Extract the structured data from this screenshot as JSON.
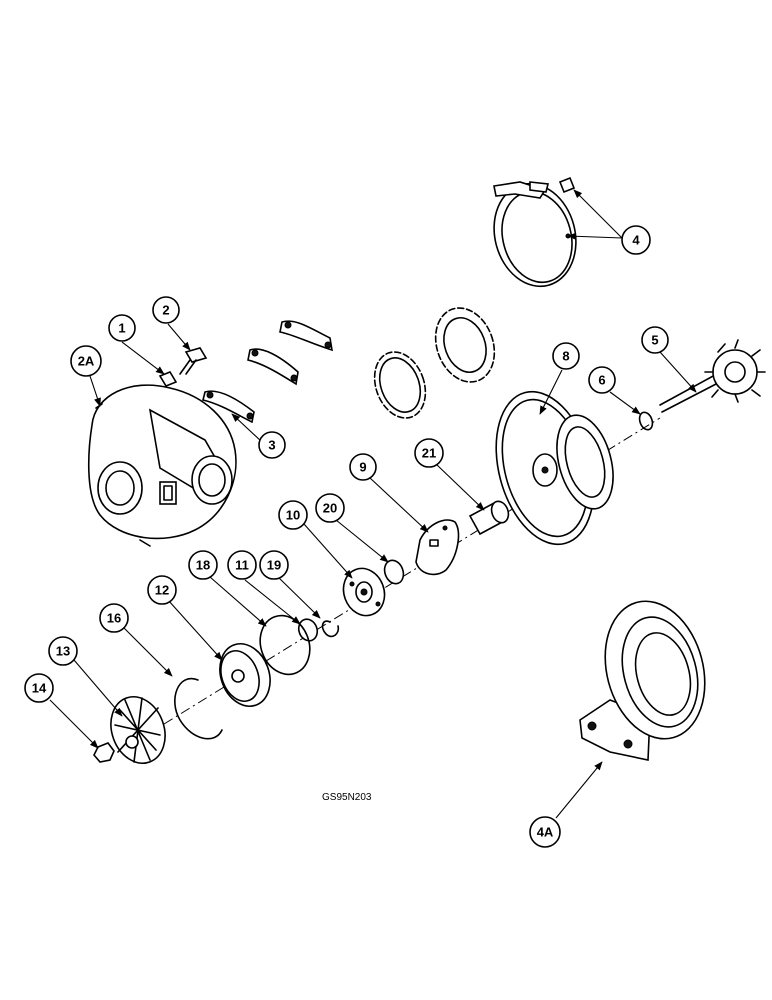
{
  "drawing_code": "GS95N203",
  "callouts": [
    {
      "id": "c1",
      "label": "1"
    },
    {
      "id": "c2",
      "label": "2"
    },
    {
      "id": "c2a",
      "label": "2A"
    },
    {
      "id": "c3",
      "label": "3"
    },
    {
      "id": "c4",
      "label": "4"
    },
    {
      "id": "c4a",
      "label": "4A"
    },
    {
      "id": "c5",
      "label": "5"
    },
    {
      "id": "c6",
      "label": "6"
    },
    {
      "id": "c8",
      "label": "8"
    },
    {
      "id": "c9",
      "label": "9"
    },
    {
      "id": "c10",
      "label": "10"
    },
    {
      "id": "c11",
      "label": "11"
    },
    {
      "id": "c12",
      "label": "12"
    },
    {
      "id": "c13",
      "label": "13"
    },
    {
      "id": "c14",
      "label": "14"
    },
    {
      "id": "c16",
      "label": "16"
    },
    {
      "id": "c18",
      "label": "18"
    },
    {
      "id": "c19",
      "label": "19"
    },
    {
      "id": "c20",
      "label": "20"
    },
    {
      "id": "c21",
      "label": "21"
    }
  ]
}
